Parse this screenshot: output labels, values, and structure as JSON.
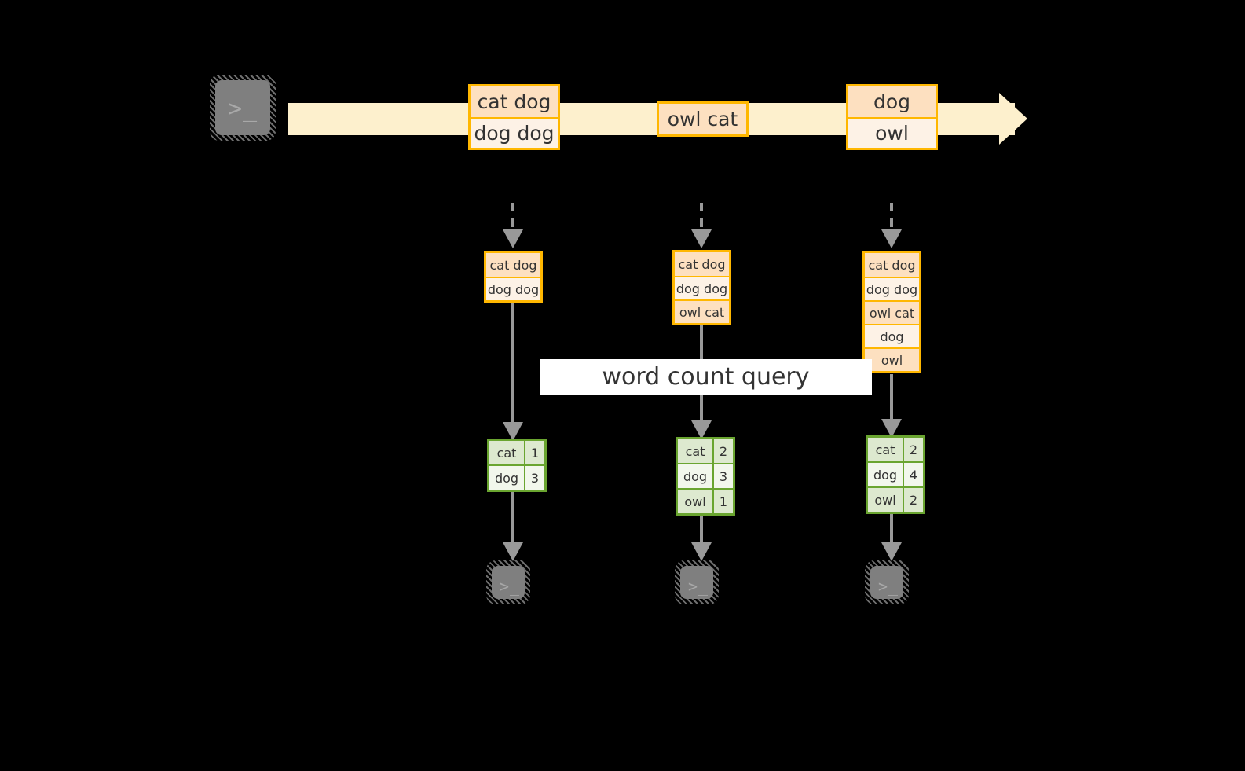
{
  "diagram": {
    "source_terminal": {
      "icon": "terminal-icon",
      "glyph": ">_"
    },
    "stream": {
      "records": [
        {
          "lines": [
            "cat dog",
            "dog dog"
          ]
        },
        {
          "lines": [
            "owl cat"
          ]
        },
        {
          "lines": [
            "dog",
            "owl"
          ]
        }
      ]
    },
    "query_label": "word count query",
    "columns": [
      {
        "input_lines": [
          "cat dog",
          "dog dog"
        ],
        "result": {
          "rows": [
            {
              "word": "cat",
              "count": "1"
            },
            {
              "word": "dog",
              "count": "3"
            }
          ]
        },
        "sink_terminal": {
          "icon": "terminal-icon",
          "glyph": ">_"
        }
      },
      {
        "input_lines": [
          "cat dog",
          "dog dog",
          "owl cat"
        ],
        "result": {
          "rows": [
            {
              "word": "cat",
              "count": "2"
            },
            {
              "word": "dog",
              "count": "3"
            },
            {
              "word": "owl",
              "count": "1"
            }
          ]
        },
        "sink_terminal": {
          "icon": "terminal-icon",
          "glyph": ">_"
        }
      },
      {
        "input_lines": [
          "cat dog",
          "dog dog",
          "owl cat",
          "dog",
          "owl"
        ],
        "result": {
          "rows": [
            {
              "word": "cat",
              "count": "2"
            },
            {
              "word": "dog",
              "count": "4"
            },
            {
              "word": "owl",
              "count": "2"
            }
          ]
        },
        "sink_terminal": {
          "icon": "terminal-icon",
          "glyph": ">_"
        }
      }
    ],
    "colors": {
      "background": "#000000",
      "stream": "#fdf0cd",
      "record_border": "#ffb700",
      "record_fill_odd": "#fde0c0",
      "record_fill_even": "#fdf2e6",
      "table_border": "#6aa530",
      "table_fill_odd": "#dde9cf",
      "table_fill_even": "#f2f7ec",
      "connector": "#999999",
      "terminal": "#808080",
      "label_bg": "#ffffff",
      "text": "#333333"
    }
  }
}
